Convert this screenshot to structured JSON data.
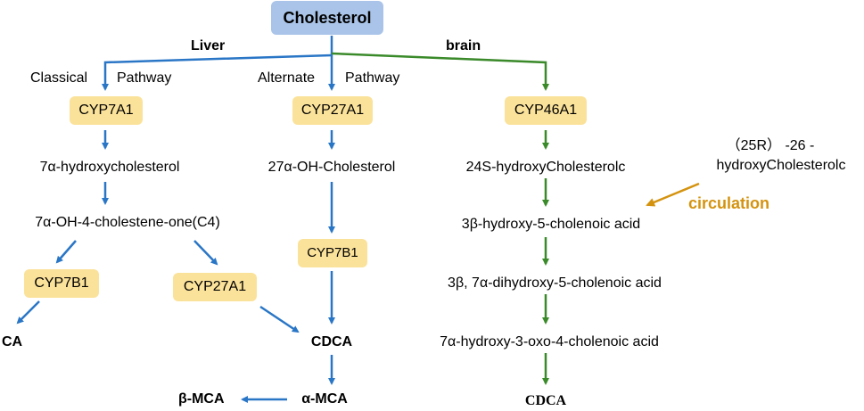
{
  "root": {
    "label": "Cholesterol"
  },
  "branch_labels": {
    "liver": "Liver",
    "brain": "brain"
  },
  "pathways": {
    "classical": {
      "word1": "Classical",
      "word2": "Pathway"
    },
    "alternate": {
      "word1": "Alternate",
      "word2": "Pathway"
    }
  },
  "enzymes": {
    "cyp7a1": "CYP7A1",
    "cyp27a1_top": "CYP27A1",
    "cyp46a1": "CYP46A1",
    "cyp7b1_left": "CYP7B1",
    "cyp27a1_left": "CYP27A1",
    "cyp7b1_mid": "CYP7B1"
  },
  "intermediates": {
    "hydroxychol_7a": "7α-hydroxycholesterol",
    "c4": "7α-OH-4-cholestene-one(C4)",
    "oh27": "27α-OH-Cholesterol",
    "s24": "24S-hydroxyCholesterolc",
    "r25_line1": "（25R） -26 -",
    "r25_line2": "hydroxyCholesterolc",
    "hydroxy5": "3β-hydroxy-5-cholenoic acid",
    "dihydroxy5": "3β, 7α-dihydroxy-5-cholenoic acid",
    "oxo4": "7α-hydroxy-3-oxo-4-cholenoic acid"
  },
  "products": {
    "ca": "CA",
    "cdca_mid": "CDCA",
    "b_mca": "β-MCA",
    "a_mca": "α-MCA",
    "cdca_right": "CDCA"
  },
  "annotations": {
    "circulation": "circulation"
  },
  "colors": {
    "blue_arrow": "#2a76c6",
    "green_arrow": "#3a8a2a",
    "orange": "#d4930f",
    "enzyme_fill": "#fbe29a",
    "root_fill": "#a9c4e8"
  }
}
